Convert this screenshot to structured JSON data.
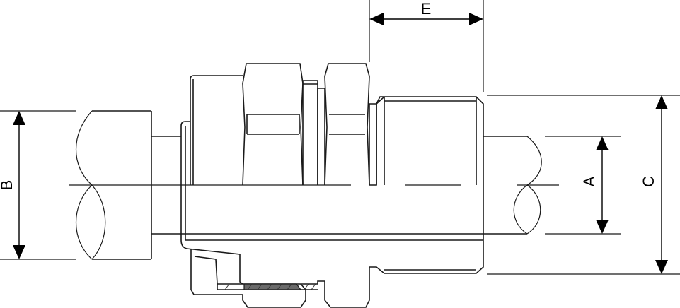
{
  "drawing": {
    "subject": "cable gland cross-section with cable",
    "colors": {
      "line": "#1a1a1a",
      "background": "#ffffff",
      "hatch_fill": "#6a6a6a"
    }
  },
  "dimensions": {
    "A": {
      "label": "A",
      "meaning": "cable inner diameter",
      "orientation": "vertical"
    },
    "B": {
      "label": "B",
      "meaning": "cable outer diameter",
      "orientation": "vertical"
    },
    "C": {
      "label": "C",
      "meaning": "entry thread diameter",
      "orientation": "vertical"
    },
    "E": {
      "label": "E",
      "meaning": "thread length",
      "orientation": "horizontal"
    }
  }
}
